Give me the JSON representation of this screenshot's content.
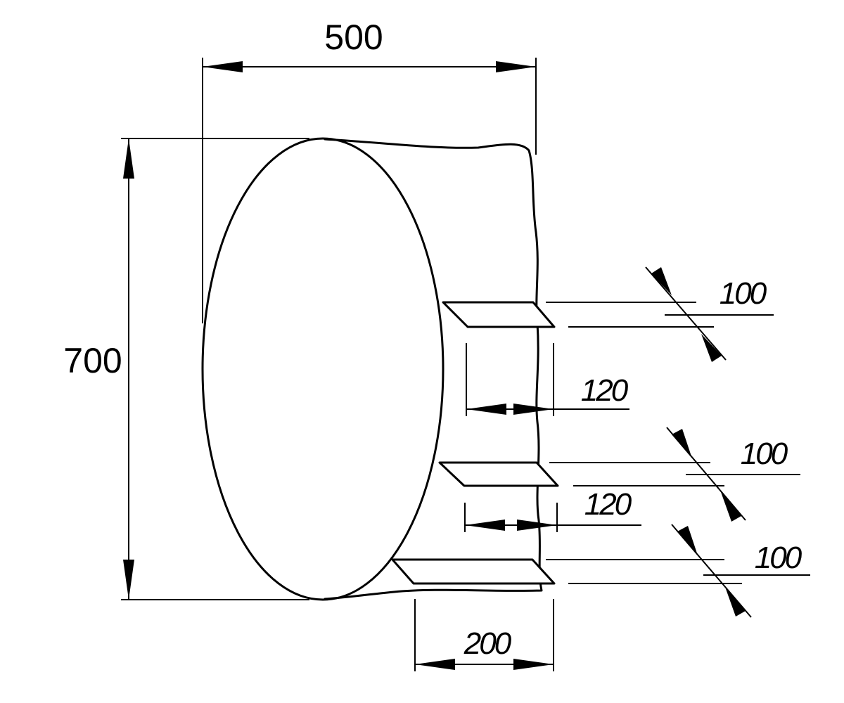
{
  "dimensions": {
    "overall_width": "500",
    "overall_height": "700",
    "shelf_depth": "200",
    "shelf_1_thickness": "100",
    "shelf_2_thickness": "100",
    "shelf_3_thickness": "100",
    "gap_1": "120",
    "gap_2": "120"
  },
  "colors": {
    "line": "#000000",
    "background": "#ffffff"
  }
}
